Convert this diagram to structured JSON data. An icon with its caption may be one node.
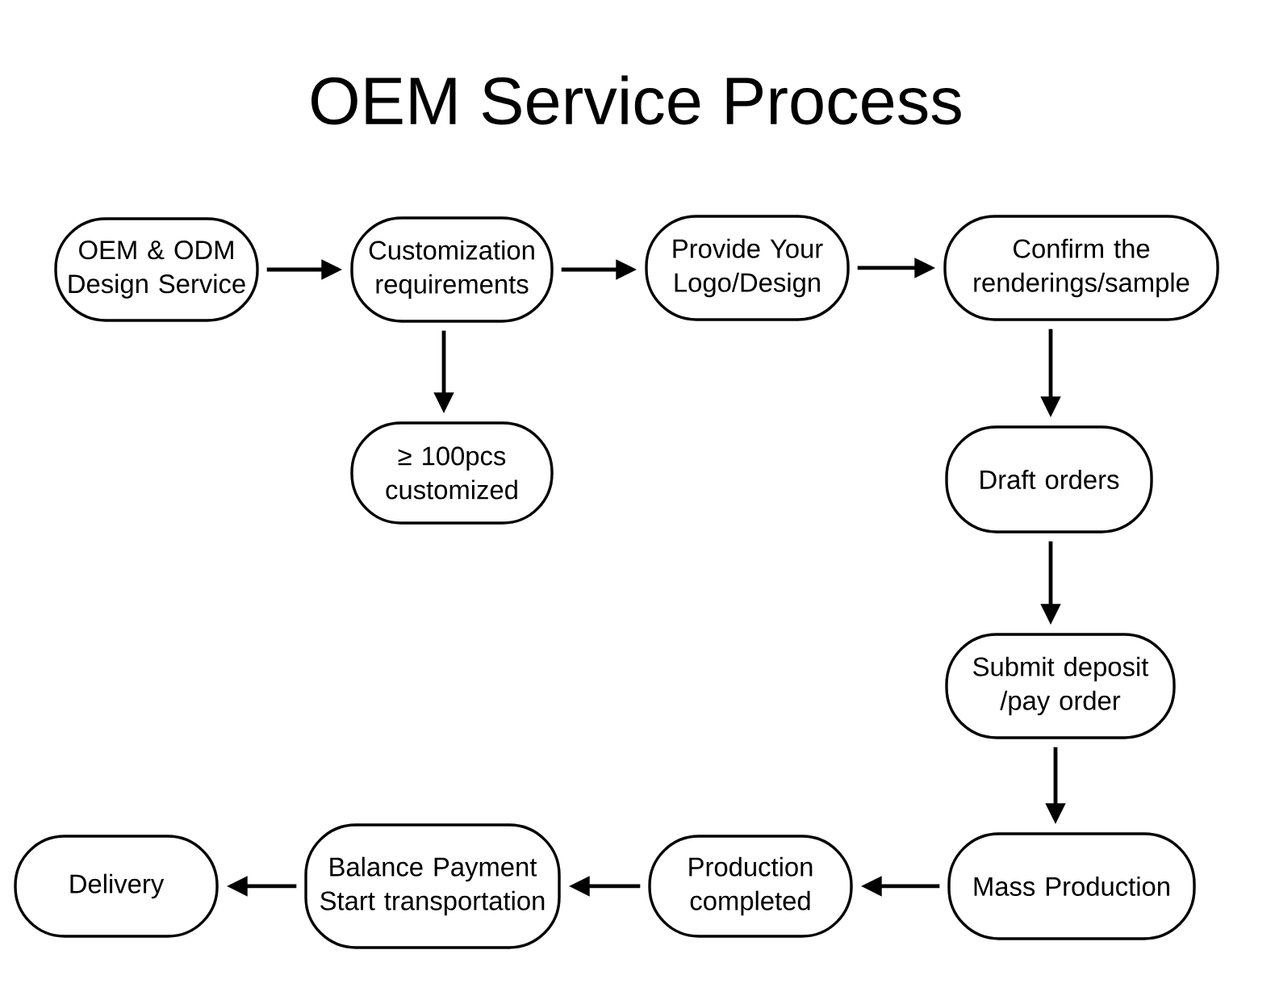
{
  "diagram": {
    "title": "OEM Service Process",
    "nodes": [
      {
        "text": [
          "OEM & ODM Design Service"
        ]
      },
      {
        "text": [
          "Customization requirements"
        ]
      },
      {
        "text": [
          "≥ 100pcs customized"
        ]
      },
      {
        "text": [
          "Provide Your Logo/Design"
        ]
      },
      {
        "text": [
          "Confirm the renderings/sample"
        ]
      },
      {
        "text": [
          "Draft orders"
        ]
      },
      {
        "text": [
          "Submit deposit /pay order"
        ]
      },
      {
        "text": [
          "Mass Production"
        ]
      },
      {
        "text": [
          "Production completed"
        ]
      },
      {
        "text": [
          "Balance Payment Start transportation"
        ]
      },
      {
        "text": [
          "Delivery"
        ]
      }
    ],
    "edges": [
      {
        "from": 0,
        "to": 1,
        "arrow": "to"
      },
      {
        "from": 1,
        "to": 3,
        "arrow": "to"
      },
      {
        "from": 1,
        "to": 2,
        "arrow": "to"
      },
      {
        "from": 3,
        "to": 4,
        "arrow": "to"
      },
      {
        "from": 4,
        "to": 5,
        "arrow": "to"
      },
      {
        "from": 5,
        "to": 6,
        "arrow": "to"
      },
      {
        "from": 6,
        "to": 7,
        "arrow": "to"
      },
      {
        "from": 7,
        "to": 8,
        "arrow": "to"
      },
      {
        "from": 8,
        "to": 9,
        "arrow": "to"
      },
      {
        "from": 9,
        "to": 10,
        "arrow": "to"
      }
    ]
  }
}
